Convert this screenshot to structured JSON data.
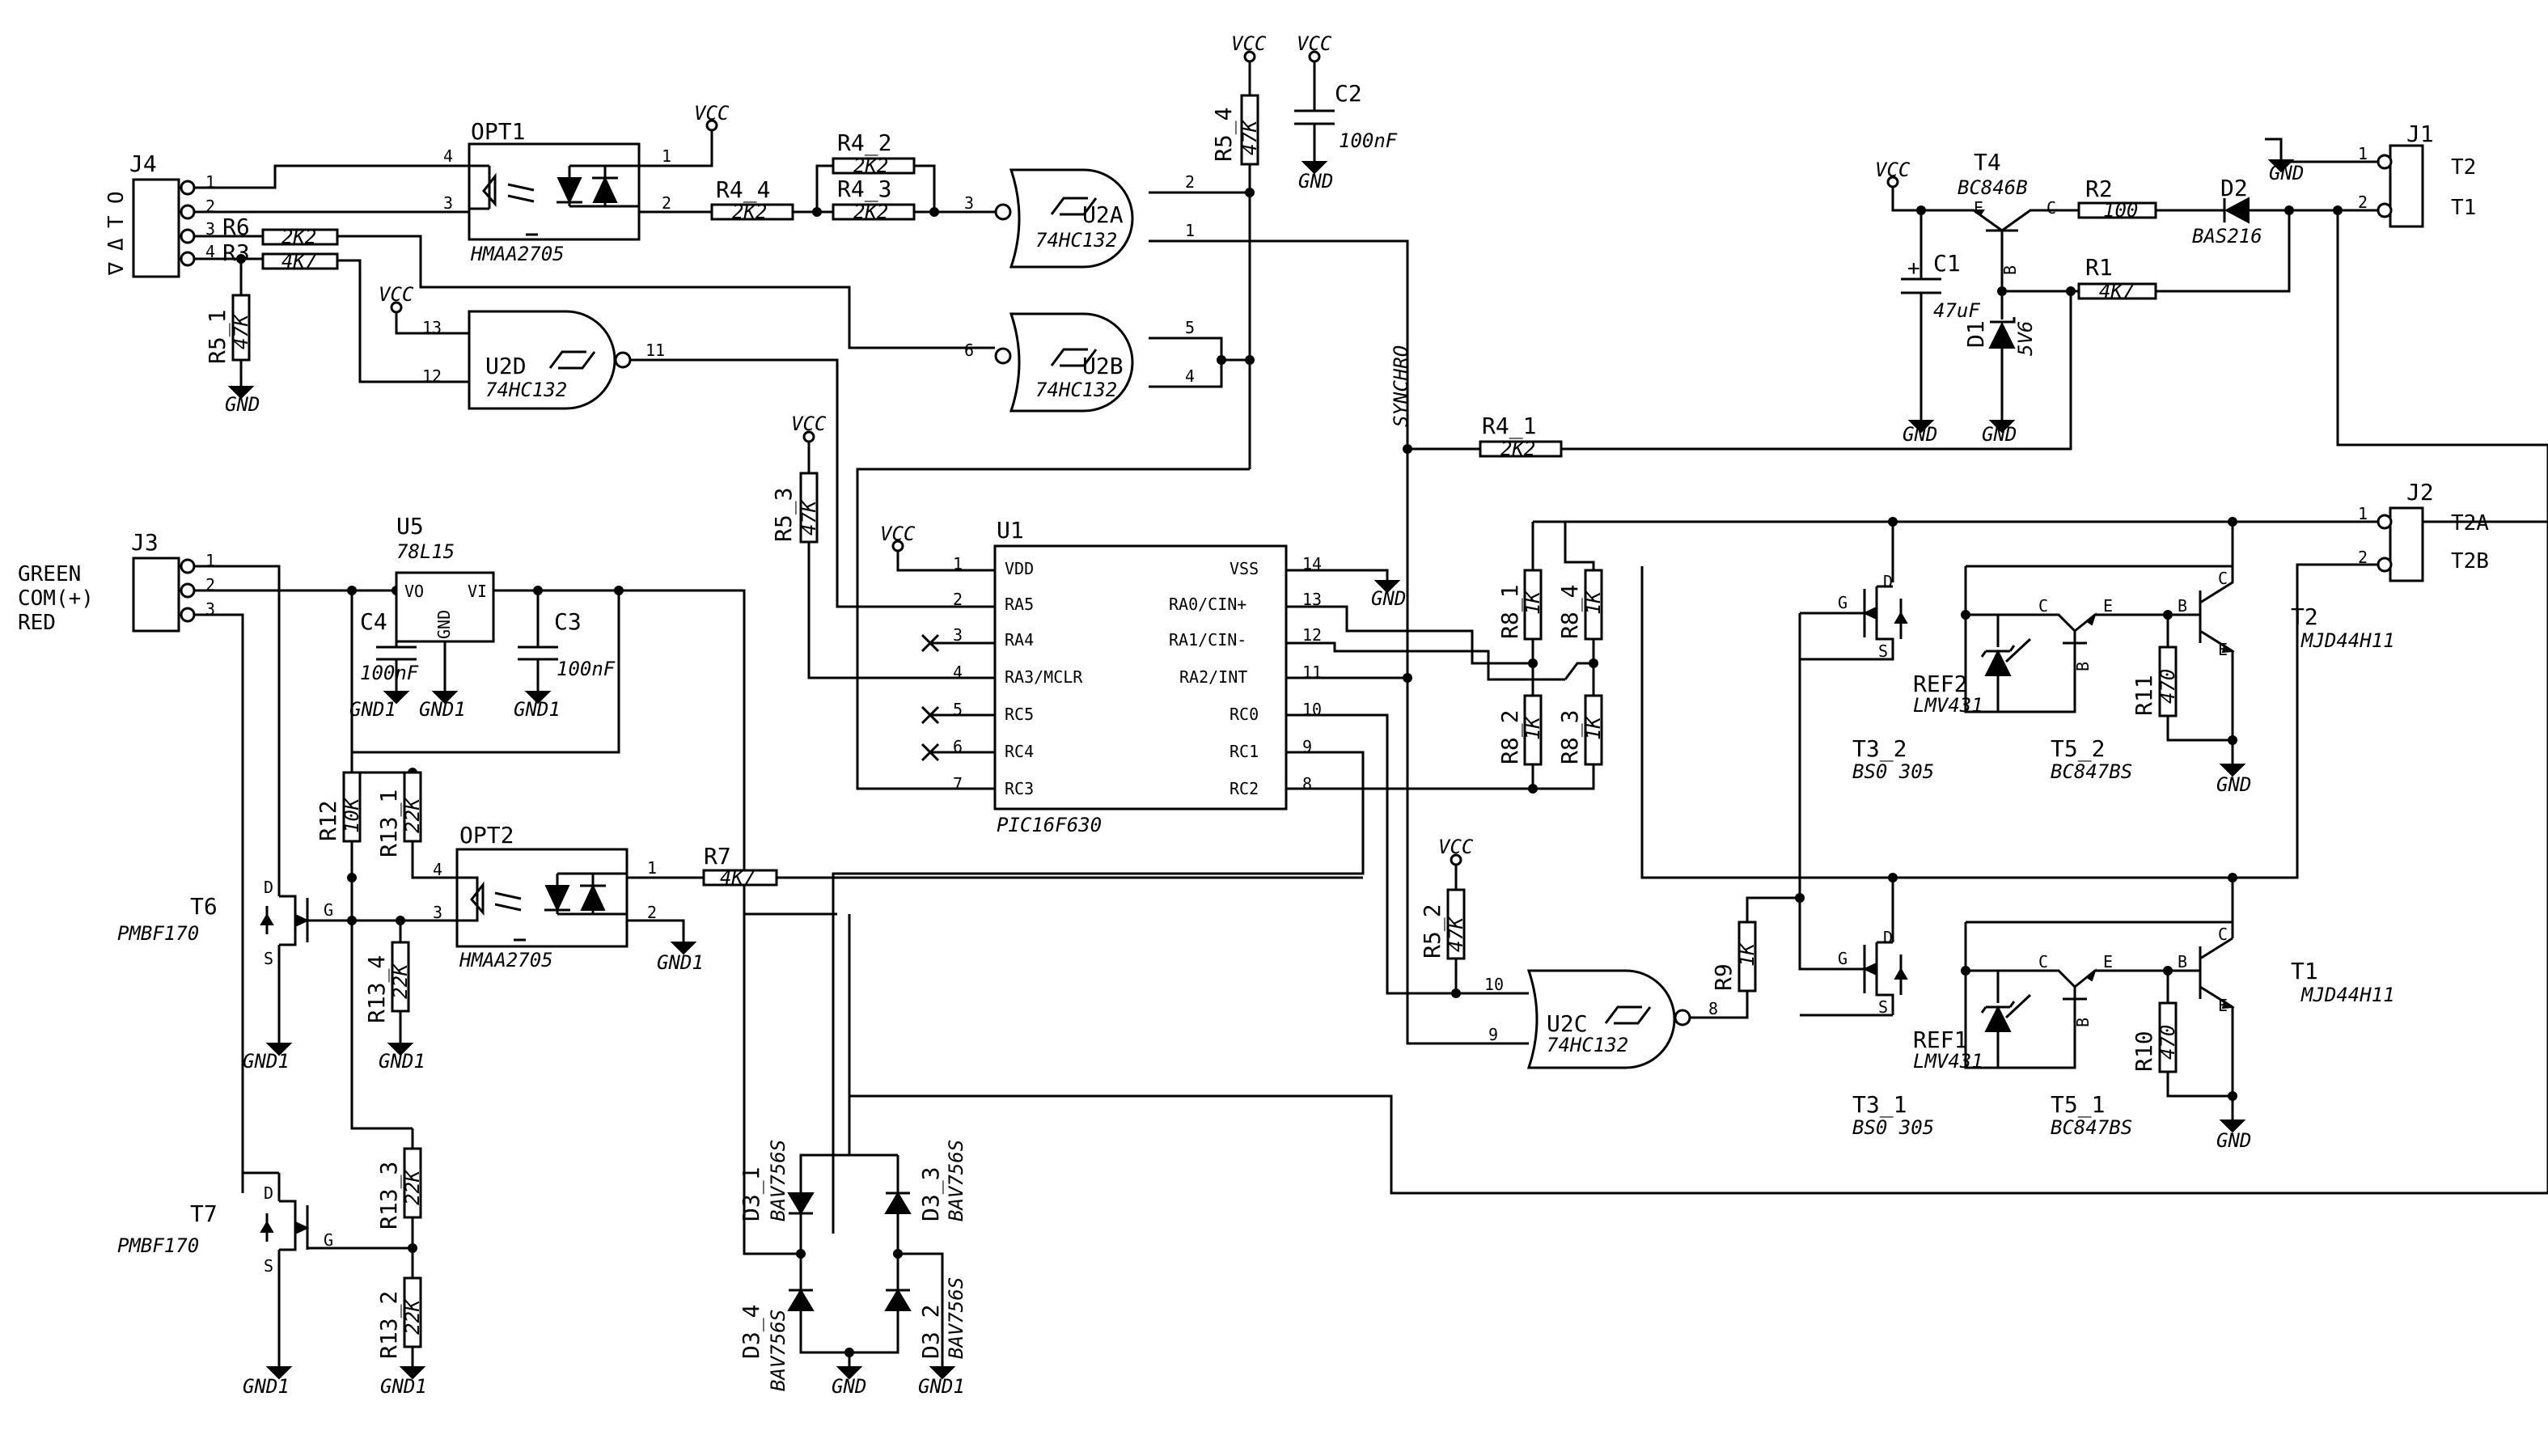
{
  "components": {
    "J4": {
      "ref": "J4",
      "pins": [
        "1",
        "2",
        "3",
        "4"
      ],
      "signals": [
        "O",
        "T",
        "Δ",
        "∇"
      ]
    },
    "J3": {
      "ref": "J3",
      "pins": [
        "1",
        "2",
        "3"
      ],
      "signals": [
        "GREEN",
        "COM(+)",
        "RED"
      ]
    },
    "J1": {
      "ref": "J1",
      "pins": [
        "1",
        "2"
      ],
      "signals": [
        "T2",
        "T1"
      ]
    },
    "J2": {
      "ref": "J2",
      "pins": [
        "1",
        "2"
      ],
      "signals": [
        "T2A",
        "T2B"
      ]
    },
    "OPT1": {
      "ref": "OPT1",
      "value": "HMAA2705",
      "pins": [
        "4",
        "3",
        "1",
        "2"
      ]
    },
    "OPT2": {
      "ref": "OPT2",
      "value": "HMAA2705",
      "pins": [
        "4",
        "3",
        "1",
        "2"
      ]
    },
    "U1": {
      "ref": "U1",
      "value": "PIC16F630",
      "left_pins": [
        {
          "num": "1",
          "name": "VDD"
        },
        {
          "num": "2",
          "name": "RA5"
        },
        {
          "num": "3",
          "name": "RA4"
        },
        {
          "num": "4",
          "name": "RA3/MCLR"
        },
        {
          "num": "5",
          "name": "RC5"
        },
        {
          "num": "6",
          "name": "RC4"
        },
        {
          "num": "7",
          "name": "RC3"
        }
      ],
      "right_pins": [
        {
          "num": "14",
          "name": "VSS"
        },
        {
          "num": "13",
          "name": "RA0/CIN+"
        },
        {
          "num": "12",
          "name": "RA1/CIN-"
        },
        {
          "num": "11",
          "name": "RA2/INT"
        },
        {
          "num": "10",
          "name": "RC0"
        },
        {
          "num": "9",
          "name": "RC1"
        },
        {
          "num": "8",
          "name": "RC2"
        }
      ]
    },
    "U2A": {
      "ref": "U2A",
      "value": "74HC132",
      "pins": [
        "2",
        "1",
        "3"
      ]
    },
    "U2B": {
      "ref": "U2B",
      "value": "74HC132",
      "pins": [
        "5",
        "4",
        "6"
      ]
    },
    "U2C": {
      "ref": "U2C",
      "value": "74HC132",
      "pins": [
        "10",
        "9",
        "8"
      ]
    },
    "U2D": {
      "ref": "U2D",
      "value": "74HC132",
      "pins": [
        "13",
        "12",
        "11"
      ]
    },
    "U5": {
      "ref": "U5",
      "value": "78L15",
      "pin_vo": "VO",
      "pin_vi": "VI",
      "pin_gnd": "GND"
    },
    "R6": {
      "ref": "R6",
      "value": "2K2"
    },
    "R3": {
      "ref": "R3",
      "value": "4K7"
    },
    "R5_1": {
      "ref": "R5_1",
      "value": "47K"
    },
    "R4_4": {
      "ref": "R4_4",
      "value": "2K2"
    },
    "R4_2": {
      "ref": "R4_2",
      "value": "2K2"
    },
    "R4_3": {
      "ref": "R4_3",
      "value": "2K2"
    },
    "R5_4": {
      "ref": "R5_4",
      "value": "47K"
    },
    "C2": {
      "ref": "C2",
      "value": "100nF"
    },
    "R5_3": {
      "ref": "R5_3",
      "value": "47K"
    },
    "R4_1": {
      "ref": "R4_1",
      "value": "2K2"
    },
    "C4": {
      "ref": "C4",
      "value": "100nF"
    },
    "C3": {
      "ref": "C3",
      "value": "100nF"
    },
    "R12": {
      "ref": "R12",
      "value": "10K"
    },
    "R13_1": {
      "ref": "R13_1",
      "value": "22K"
    },
    "R13_2": {
      "ref": "R13_2",
      "value": "22K"
    },
    "R13_3": {
      "ref": "R13_3",
      "value": "22K"
    },
    "R13_4": {
      "ref": "R13_4",
      "value": "22K"
    },
    "R7": {
      "ref": "R7",
      "value": "4K7"
    },
    "T6": {
      "ref": "T6",
      "value": "PMBF170"
    },
    "T7": {
      "ref": "T7",
      "value": "PMBF170"
    },
    "D3_1": {
      "ref": "D3_1",
      "value": "BAV756S"
    },
    "D3_2": {
      "ref": "D3_2",
      "value": "BAV756S"
    },
    "D3_3": {
      "ref": "D3_3",
      "value": "BAV756S"
    },
    "D3_4": {
      "ref": "D3_4",
      "value": "BAV756S"
    },
    "T4": {
      "ref": "T4",
      "value": "BC846B"
    },
    "R2": {
      "ref": "R2",
      "value": "100"
    },
    "D2": {
      "ref": "D2",
      "value": "BAS216"
    },
    "R1": {
      "ref": "R1",
      "value": "4K7"
    },
    "C1": {
      "ref": "C1",
      "value": "47uF"
    },
    "D1": {
      "ref": "D1",
      "value": "5V6"
    },
    "R8_1": {
      "ref": "R8_1",
      "value": "1K"
    },
    "R8_2": {
      "ref": "R8_2",
      "value": "1K"
    },
    "R8_3": {
      "ref": "R8_3",
      "value": "1K"
    },
    "R8_4": {
      "ref": "R8_4",
      "value": "1K"
    },
    "R5_2": {
      "ref": "R5_2",
      "value": "47K"
    },
    "R9": {
      "ref": "R9",
      "value": "1K"
    },
    "T3_1": {
      "ref": "T3_1",
      "value": "BS0 305"
    },
    "T3_2": {
      "ref": "T3_2",
      "value": "BS0 305"
    },
    "REF1": {
      "ref": "REF1",
      "value": "LMV431"
    },
    "REF2": {
      "ref": "REF2",
      "value": "LMV431"
    },
    "T5_1": {
      "ref": "T5_1",
      "value": "BC847BS"
    },
    "T5_2": {
      "ref": "T5_2",
      "value": "BC847BS"
    },
    "R10": {
      "ref": "R10",
      "value": "470"
    },
    "R11": {
      "ref": "R11",
      "value": "470"
    },
    "T1": {
      "ref": "T1",
      "value": "MJD44H11"
    },
    "T2": {
      "ref": "T2",
      "value": "MJD44H11"
    }
  },
  "nets": {
    "vcc": "VCC",
    "gnd": "GND",
    "gnd1": "GND1",
    "synchro": "SYNCHRO"
  },
  "pin_labels": {
    "c": "C",
    "e": "E",
    "b": "B",
    "d": "D",
    "s": "S",
    "g": "G"
  }
}
